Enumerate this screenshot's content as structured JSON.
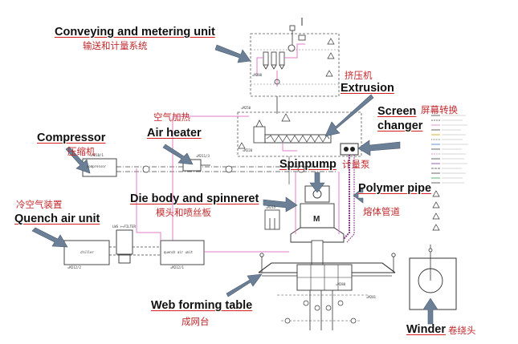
{
  "labels": {
    "conveying_en": "Conveying and metering unit",
    "conveying_cn": "输送和计量系统",
    "extrusion_cn": "挤压机",
    "extrusion_en": "Extrusion",
    "screen_changer_en_1": "Screen",
    "screen_changer_en_2": "changer",
    "screen_changer_cn": "屏幕转换",
    "air_heater_cn": "空气加热",
    "air_heater_en": "Air heater",
    "compressor_en": "Compressor",
    "compressor_cn": "压缩机",
    "spinpump_en": "Spinpump",
    "spinpump_cn": "计量泵",
    "polymer_pipe_en": "Polymer pipe",
    "polymer_pipe_cn": "熔体管道",
    "die_body_en": "Die body and spinneret",
    "die_body_cn": "模头和喷丝板",
    "quench_cn": "冷空气装置",
    "quench_en": "Quench air unit",
    "web_forming_en": "Web forming table",
    "web_forming_cn": "成网台",
    "winder_en": "Winder",
    "winder_cn": "卷绕头"
  },
  "schematic_labels": {
    "compressor_box": "compressor",
    "chiller_box": "chiller",
    "quench_box": "quench air unit",
    "filter_box": "LWS ++FILTER",
    "motor": "M",
    "tag_m210": "=M210/1",
    "tag_m200": "=M200",
    "tag_m250": "=M250",
    "tag_m211": "=M211/3",
    "tag_m212": "=M212/2",
    "tag_m213": "=M212/1",
    "tag_m215": "=M215",
    "tag_m220": "=M220",
    "tag_m280": "=M280",
    "tag_m281": "=M281"
  },
  "colors": {
    "arrow": "#6b7f96",
    "arrow_edge": "#4a5a6e",
    "line": "#444444",
    "pink": "#e07bc8",
    "red_text": "#c0282c"
  }
}
